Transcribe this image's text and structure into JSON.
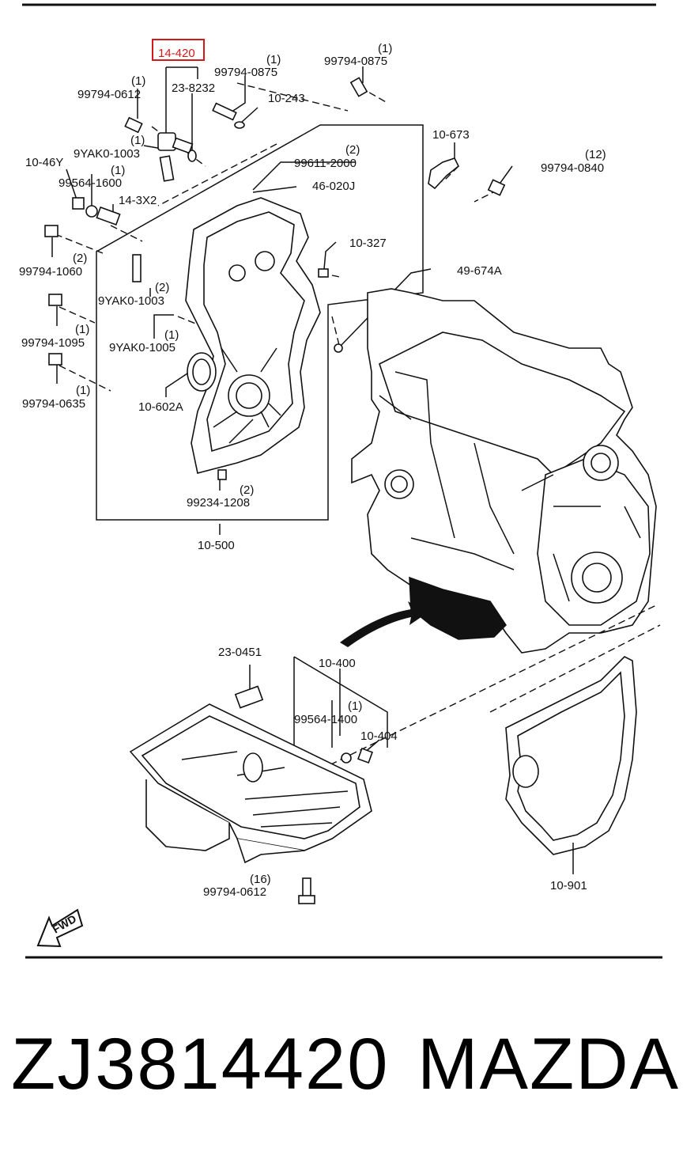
{
  "highlight_part": "14-420",
  "highlight_color": "#d21a1a",
  "labels": {
    "p14_420": "14-420",
    "p23_8232": "23-8232",
    "q99794_0612a": "(1)",
    "p99794_0612a": "99794-0612",
    "q99794_0875a": "(1)",
    "p99794_0875a": "99794-0875",
    "q99794_0875b": "(1)",
    "p99794_0875b": "99794-0875",
    "p10_243": "10-243",
    "p10_673": "10-673",
    "q9yak0_1003a": "(1)",
    "p9yak0_1003a": "9YAK0-1003",
    "q99611_2000": "(2)",
    "p99611_2000": "99611-2000",
    "q99794_0840": "(12)",
    "p99794_0840": "99794-0840",
    "p10_46y": "10-46Y",
    "q99564_1600": "(1)",
    "p99564_1600": "99564-1600",
    "p46_020j": "46-020J",
    "p14_3x2": "14-3X2",
    "p10_327": "10-327",
    "q99794_1060": "(2)",
    "p99794_1060": "99794-1060",
    "p49_674a": "49-674A",
    "q9yak0_1003b": "(2)",
    "p9yak0_1003b": "9YAK0-1003",
    "q99794_1095": "(1)",
    "p99794_1095": "99794-1095",
    "q9yak0_1005": "(1)",
    "p9yak0_1005": "9YAK0-1005",
    "q99794_0635": "(1)",
    "p99794_0635": "99794-0635",
    "p10_602a": "10-602A",
    "q99234_1208": "(2)",
    "p99234_1208": "99234-1208",
    "p10_500": "10-500",
    "p23_0451": "23-0451",
    "p10_400": "10-400",
    "q99564_1400": "(1)",
    "p99564_1400": "99564-1400",
    "p10_404": "10-404",
    "q99794_0612b": "(16)",
    "p99794_0612b": "99794-0612",
    "p10_901": "10-901",
    "fwd": "FWD"
  },
  "footer": {
    "part_number": "ZJ3814420",
    "brand": "MAZDA"
  }
}
